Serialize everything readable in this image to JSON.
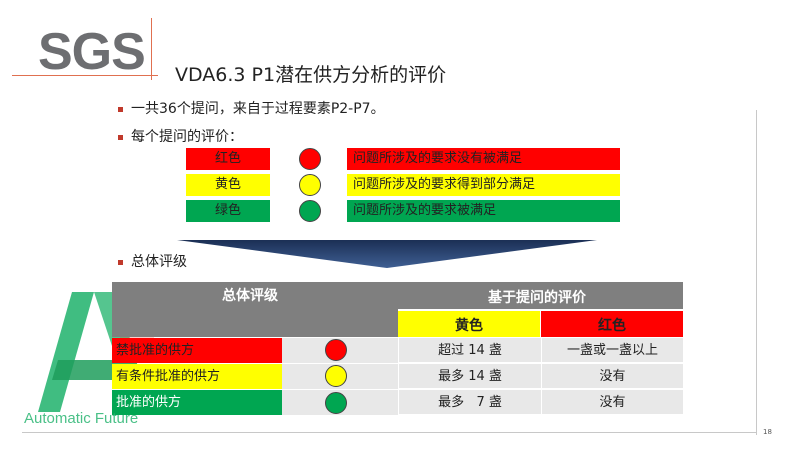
{
  "header": {
    "logo_text": "SGS",
    "title": "VDA6.3 P1潜在供方分析的评价"
  },
  "bullets": [
    "一共36个提问，来自于过程要素P2-P7。",
    "每个提问的评价：",
    "总体评级"
  ],
  "levels": [
    {
      "name": "红色",
      "color": "#ff0000",
      "desc": "问题所涉及的要求没有被满足"
    },
    {
      "name": "黄色",
      "color": "#ffff00",
      "desc": "问题所涉及的要求得到部分满足"
    },
    {
      "name": "绿色",
      "color": "#00a651",
      "desc": "问题所涉及的要求被满足"
    }
  ],
  "table": {
    "overall_header": "总体评级",
    "question_header": "基于提问的评价",
    "col_yellow": "黄色",
    "col_red": "红色",
    "rows": [
      {
        "label": "禁批准的供方",
        "color": "#ff0000",
        "yellow": "超过 14 盏",
        "red": "一盏或一盏以上"
      },
      {
        "label": "有条件批准的供方",
        "color": "#ffff00",
        "yellow": "最多 14 盏",
        "red": "没有"
      },
      {
        "label": "批准的供方",
        "color": "#00a651",
        "yellow": "最多   7 盏",
        "red": "没有"
      }
    ]
  },
  "watermark": {
    "text": "Automatic Future"
  },
  "footer": {
    "page_number": "18"
  }
}
